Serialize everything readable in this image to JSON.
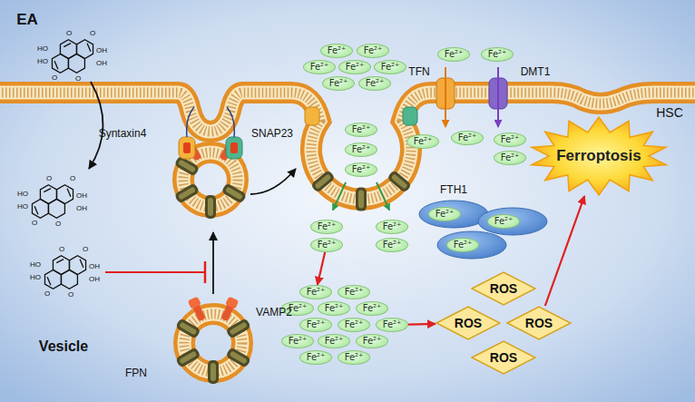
{
  "diagram": {
    "nodes": [
      {
        "text": [
          "Fe²⁺"
        ]
      },
      {
        "text": [
          "Fe²⁺"
        ]
      },
      {
        "text": [
          "Fe²⁺"
        ]
      },
      {
        "text": [
          "Fe²⁺"
        ]
      },
      {
        "text": [
          "Fe²⁺"
        ]
      },
      {
        "text": [
          "Fe²⁺"
        ]
      },
      {
        "text": [
          "Fe²⁺"
        ]
      },
      {
        "text": [
          "Fe²⁺"
        ]
      },
      {
        "text": [
          "Fe²⁺"
        ]
      },
      {
        "text": [
          "Ferroptosis"
        ]
      },
      {
        "text": [
          "Fe²⁺"
        ]
      },
      {
        "text": [
          "Fe²⁺"
        ]
      },
      {
        "text": [
          "Fe²⁺"
        ]
      },
      {
        "text": [
          "Fe²⁺"
        ]
      },
      {
        "text": [
          "Fe²⁺"
        ]
      },
      {
        "text": [
          "Fe²⁺"
        ]
      },
      {
        "text": [
          "Fe²⁺"
        ]
      },
      {
        "text": [
          "Fe²⁺"
        ]
      },
      {
        "text": [
          "Fe²⁺"
        ]
      },
      {
        "text": [
          "Fe²⁺"
        ]
      },
      {
        "text": [
          "Fe²⁺"
        ]
      },
      {
        "text": [
          "Fe²⁺"
        ]
      },
      {
        "text": [
          "Fe²⁺"
        ]
      },
      {
        "text": [
          "Fe²⁺"
        ]
      },
      {
        "text": [
          "Fe²⁺"
        ]
      },
      {
        "text": [
          "Fe²⁺"
        ]
      },
      {
        "text": [
          "Fe²⁺"
        ]
      },
      {
        "text": [
          "Fe²⁺"
        ]
      },
      {
        "text": [
          "Fe²⁺"
        ]
      },
      {
        "text": [
          "Fe²⁺"
        ]
      },
      {
        "text": [
          "Fe²⁺"
        ]
      },
      {
        "text": [
          "Fe²⁺"
        ]
      },
      {
        "text": [
          "Fe²⁺"
        ]
      },
      {
        "text": [
          "Fe²⁺"
        ]
      },
      {
        "text": [
          "Fe²⁺"
        ]
      },
      {
        "text": [
          "Fe²⁺"
        ]
      },
      {
        "text": [
          "Fe²⁺"
        ]
      },
      {
        "text": [
          "ROS"
        ]
      },
      {
        "text": [
          "ROS"
        ]
      },
      {
        "text": [
          "ROS"
        ]
      },
      {
        "text": [
          "ROS"
        ]
      }
    ],
    "edges": [
      {
        "from": 22,
        "to": 24,
        "arrow": "to"
      },
      {
        "from": 31,
        "to": 38,
        "arrow": "to"
      },
      {
        "from": 39,
        "to": 9,
        "arrow": "to"
      }
    ],
    "labels": [
      "EA",
      "Syntaxin4",
      "SNAP23",
      "TFN",
      "DMT1",
      "HSC",
      "FTH1",
      "VAMP2",
      "Vesicle",
      "FPN",
      "O",
      "O",
      "OH",
      "OH",
      "HO",
      "HO",
      "O",
      "O",
      "O",
      "O",
      "OH",
      "OH",
      "HO",
      "HO",
      "O",
      "O",
      "O",
      "O",
      "OH",
      "OH",
      "HO",
      "HO",
      "O",
      "O"
    ]
  }
}
